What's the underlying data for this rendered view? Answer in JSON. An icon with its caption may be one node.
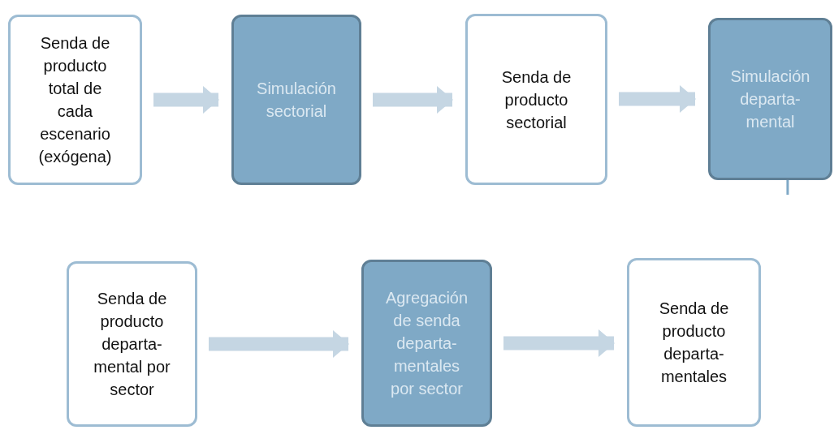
{
  "diagram": {
    "nodes": [
      {
        "text": [
          "Senda de producto total de cada escenario (exógena)"
        ]
      },
      {
        "text": [
          "Simulación sectorial"
        ]
      },
      {
        "text": [
          "Senda de producto sectorial"
        ]
      },
      {
        "text": [
          "Simulación departa- mental"
        ]
      },
      {
        "text": [
          "Senda de producto departa- mental por sector"
        ]
      },
      {
        "text": [
          "Agregación de senda departa- mentales por sector"
        ]
      },
      {
        "text": [
          "Senda de producto departa- mentales"
        ]
      }
    ],
    "edges": [
      {
        "from": 0,
        "to": 1,
        "arrow": "to"
      },
      {
        "from": 1,
        "to": 2,
        "arrow": "to"
      },
      {
        "from": 2,
        "to": 3,
        "arrow": "to"
      },
      {
        "from": 4,
        "to": 5,
        "arrow": "to"
      },
      {
        "from": 5,
        "to": 6,
        "arrow": "to"
      },
      {
        "from": 3,
        "to": null,
        "arrow": "none",
        "color": "#7fa9c6"
      }
    ]
  }
}
